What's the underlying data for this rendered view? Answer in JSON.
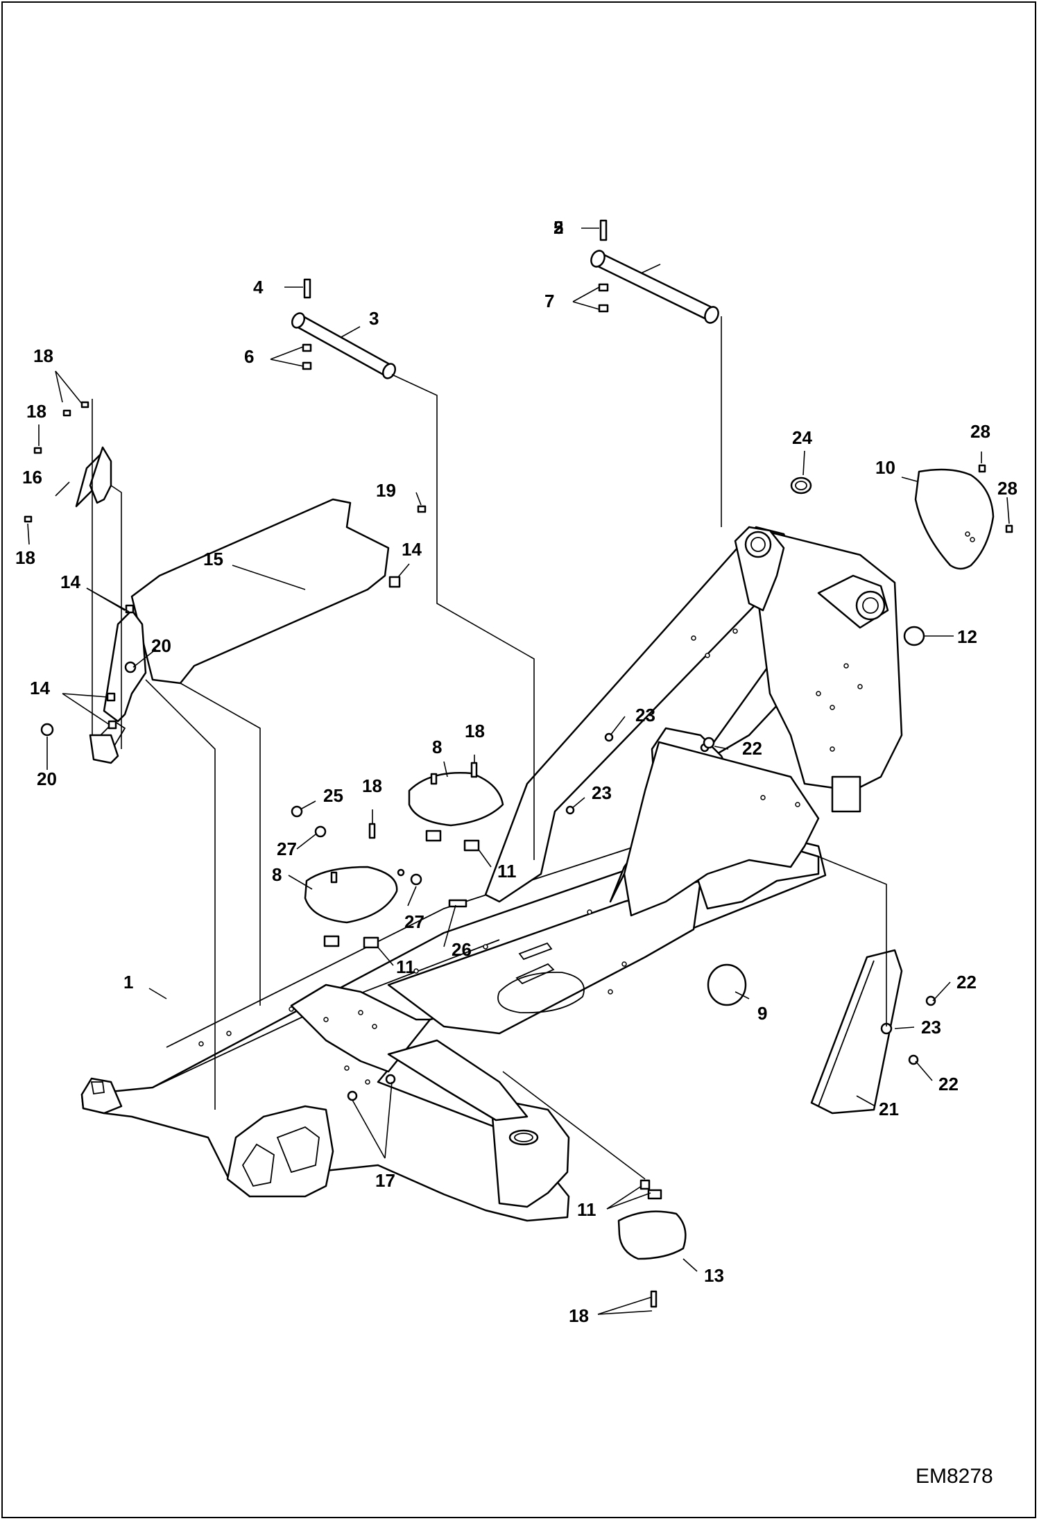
{
  "drawing_code": "EM8278",
  "callouts": [
    {
      "id": "c2",
      "text": "2"
    },
    {
      "id": "c3",
      "text": "3"
    },
    {
      "id": "c4",
      "text": "4"
    },
    {
      "id": "c5",
      "text": "5"
    },
    {
      "id": "c6",
      "text": "6"
    },
    {
      "id": "c7",
      "text": "7"
    },
    {
      "id": "c24",
      "text": "24"
    },
    {
      "id": "c28a",
      "text": "28"
    },
    {
      "id": "c10",
      "text": "10"
    },
    {
      "id": "c28b",
      "text": "28"
    },
    {
      "id": "c12",
      "text": "12"
    },
    {
      "id": "c18a",
      "text": "18"
    },
    {
      "id": "c18b",
      "text": "18"
    },
    {
      "id": "c16",
      "text": "16"
    },
    {
      "id": "c18c",
      "text": "18"
    },
    {
      "id": "c19",
      "text": "19"
    },
    {
      "id": "c14a",
      "text": "14"
    },
    {
      "id": "c15",
      "text": "15"
    },
    {
      "id": "c14b",
      "text": "14"
    },
    {
      "id": "c20a",
      "text": "20"
    },
    {
      "id": "c14c",
      "text": "14"
    },
    {
      "id": "c20b",
      "text": "20"
    },
    {
      "id": "c23a",
      "text": "23"
    },
    {
      "id": "c22a",
      "text": "22"
    },
    {
      "id": "c18d",
      "text": "18"
    },
    {
      "id": "c8a",
      "text": "8"
    },
    {
      "id": "c23b",
      "text": "23"
    },
    {
      "id": "c25",
      "text": "25"
    },
    {
      "id": "c18e",
      "text": "18"
    },
    {
      "id": "c27a",
      "text": "27"
    },
    {
      "id": "c11a",
      "text": "11"
    },
    {
      "id": "c8b",
      "text": "8"
    },
    {
      "id": "c27b",
      "text": "27"
    },
    {
      "id": "c26",
      "text": "26"
    },
    {
      "id": "c11b",
      "text": "11"
    },
    {
      "id": "c1",
      "text": "1"
    },
    {
      "id": "c22b",
      "text": "22"
    },
    {
      "id": "c9",
      "text": "9"
    },
    {
      "id": "c23c",
      "text": "23"
    },
    {
      "id": "c22c",
      "text": "22"
    },
    {
      "id": "c21",
      "text": "21"
    },
    {
      "id": "c17",
      "text": "17"
    },
    {
      "id": "c11c",
      "text": "11"
    },
    {
      "id": "c13",
      "text": "13"
    },
    {
      "id": "c18f",
      "text": "18"
    }
  ]
}
